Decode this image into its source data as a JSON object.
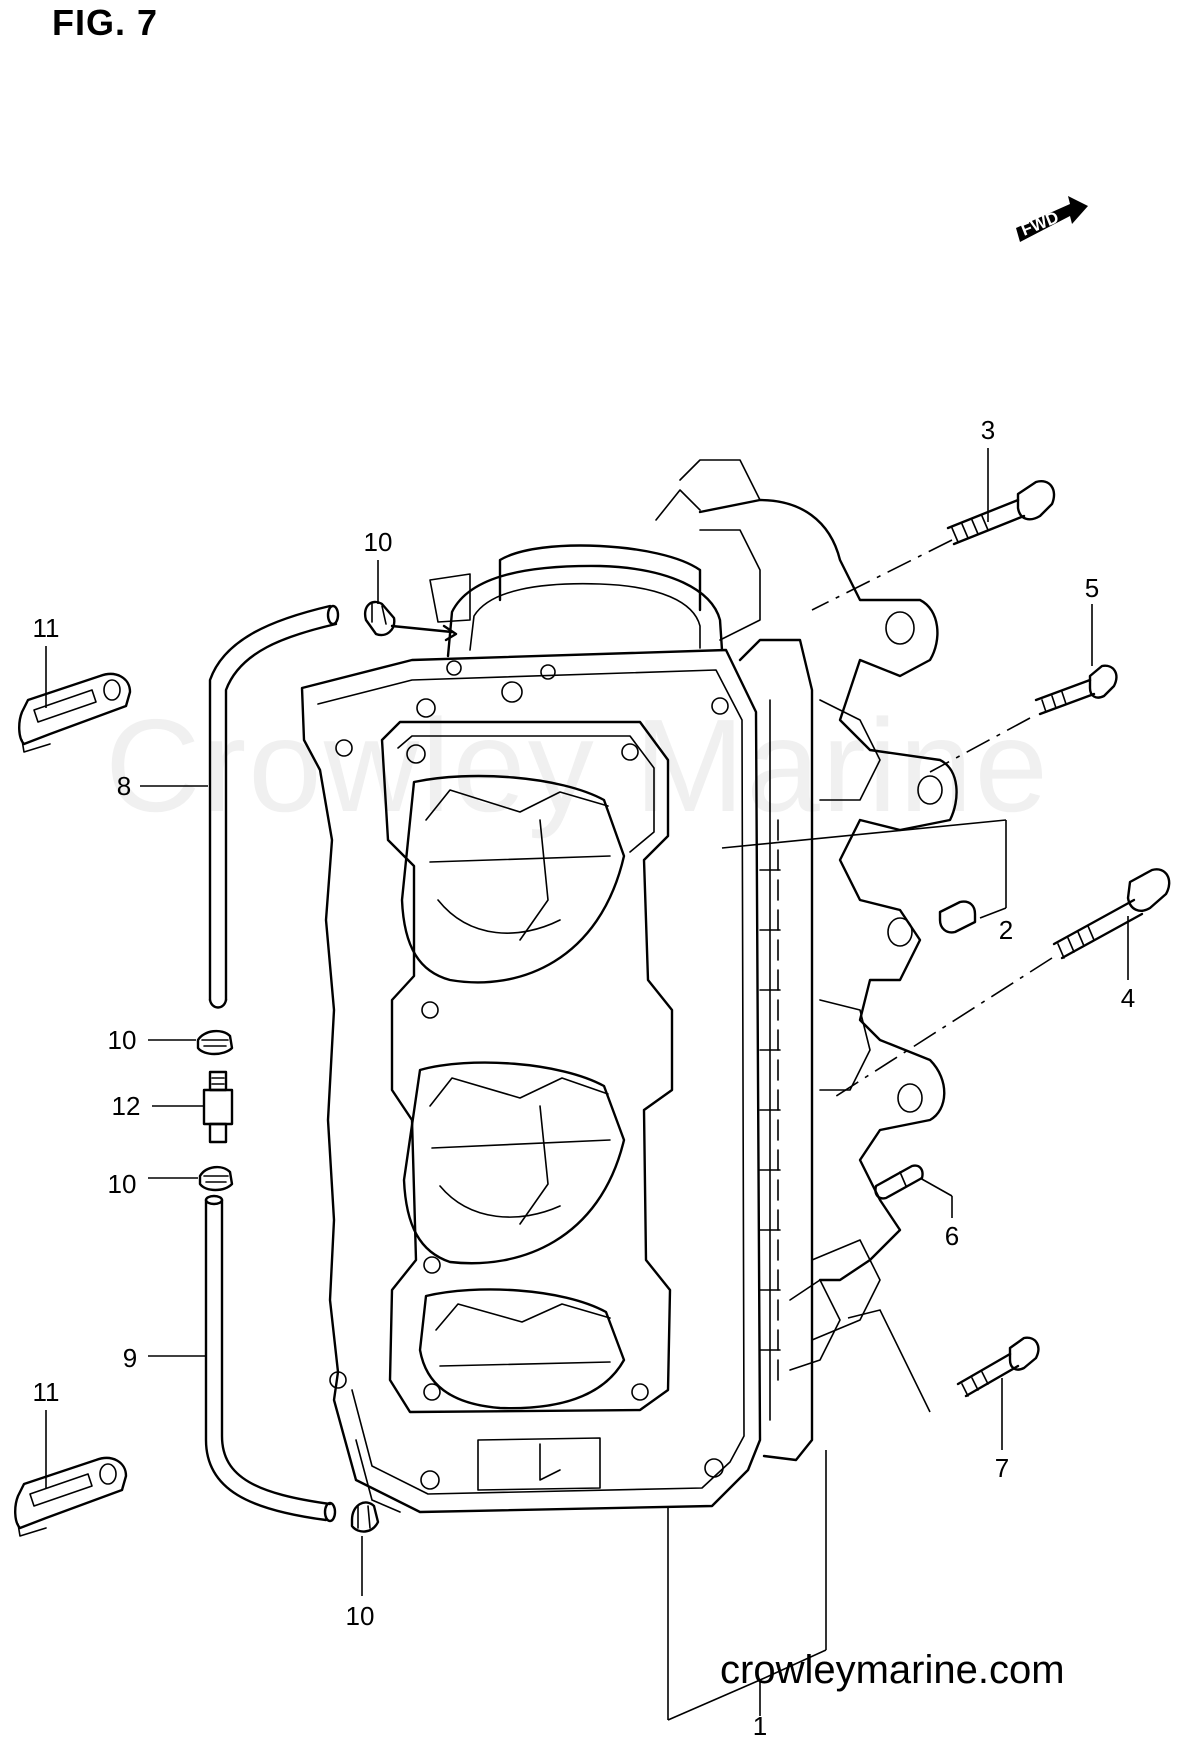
{
  "figure": {
    "title": "FIG. 7"
  },
  "watermark": {
    "text": "Crowley Marine"
  },
  "website": {
    "text": "crowleymarine.com"
  },
  "fwd_arrow": {
    "label": "FWD"
  },
  "callouts": [
    {
      "id": "c1",
      "label": "1"
    },
    {
      "id": "c2",
      "label": "2"
    },
    {
      "id": "c3",
      "label": "3"
    },
    {
      "id": "c4",
      "label": "4"
    },
    {
      "id": "c5",
      "label": "5"
    },
    {
      "id": "c6",
      "label": "6"
    },
    {
      "id": "c7",
      "label": "7"
    },
    {
      "id": "c8",
      "label": "8"
    },
    {
      "id": "c9",
      "label": "9"
    },
    {
      "id": "c10a",
      "label": "10"
    },
    {
      "id": "c10b",
      "label": "10"
    },
    {
      "id": "c10c",
      "label": "10"
    },
    {
      "id": "c10d",
      "label": "10"
    },
    {
      "id": "c11a",
      "label": "11"
    },
    {
      "id": "c11b",
      "label": "11"
    },
    {
      "id": "c12",
      "label": "12"
    }
  ]
}
